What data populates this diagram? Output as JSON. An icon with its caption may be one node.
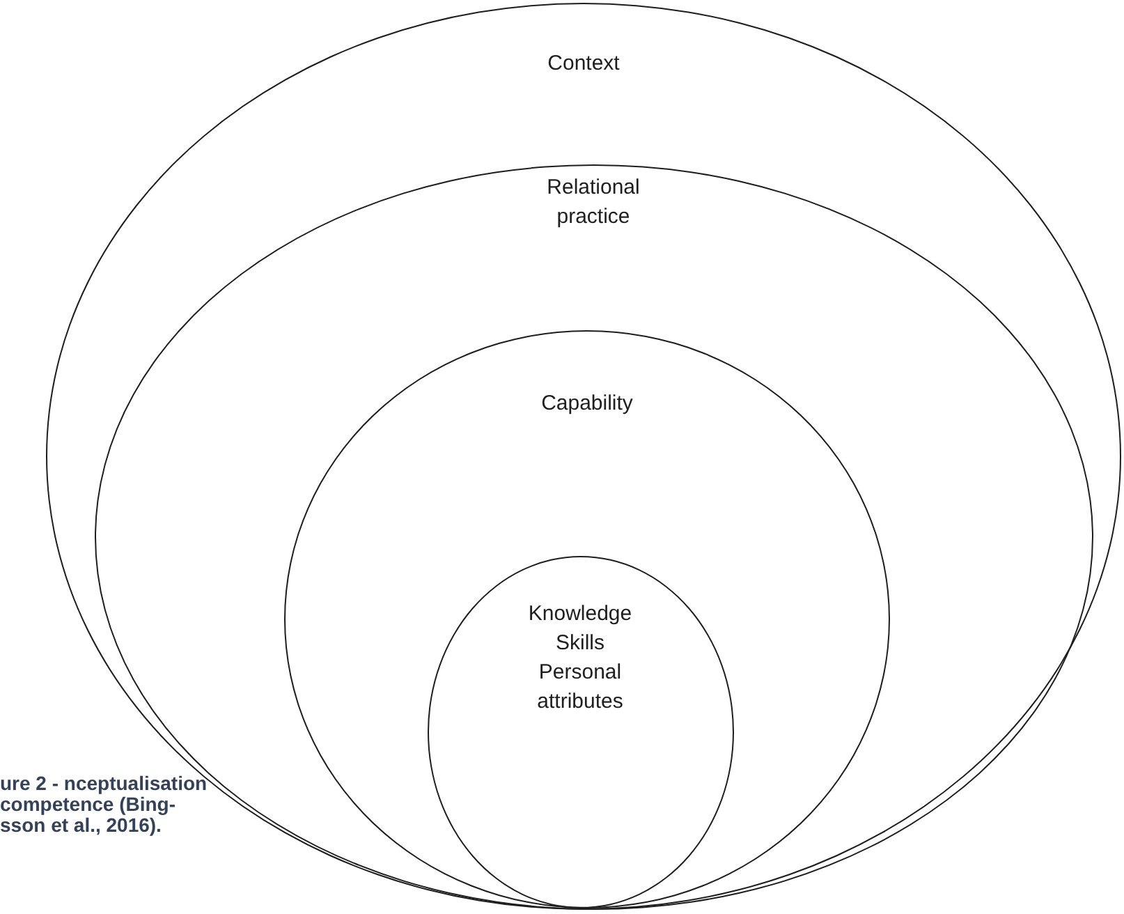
{
  "diagram": {
    "caption": "ure 2 - nceptualisation competence (Bing- sson et al., 2016).",
    "nodes": [
      {
        "text": [
          "Context"
        ]
      },
      {
        "text": [
          "Relational practice"
        ],
        "in": 0
      },
      {
        "text": [
          "Capability"
        ],
        "in": 1
      },
      {
        "text": [
          "Knowledge",
          "Skills",
          "Personal attributes"
        ],
        "in": 2
      }
    ]
  }
}
